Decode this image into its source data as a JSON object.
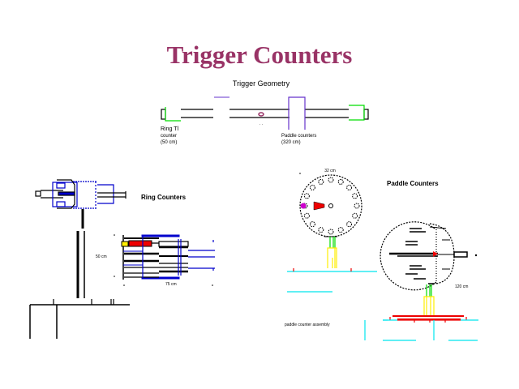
{
  "page": {
    "title": "Trigger Counters",
    "title_color": "#993366"
  },
  "trigger_geometry": {
    "heading": "Trigger Geometry",
    "left_label_line1": "Ring Tl",
    "left_label_line2": "counter",
    "left_label_line3": "(50 cm)",
    "right_label_line1": "Paddle counters",
    "right_label_line2": "(320 cm)"
  },
  "ring_counters": {
    "heading": "Ring Counters",
    "side_label": "50 cm",
    "bottom_label": "75 cm"
  },
  "paddle_counters": {
    "heading": "Paddle Counters",
    "top_label": "32 cm",
    "side_label": "120 cm",
    "bottom_note": "paddle counter assembly"
  },
  "colors": {
    "structure": "#000000",
    "ring_outline": "#0000cc",
    "green": "#00dd00",
    "purple_frame": "#6633cc",
    "yellow": "#ffee00",
    "red": "#ee0000",
    "cyan": "#00e5ee",
    "magenta": "#cc00cc",
    "maroon": "#993366"
  }
}
